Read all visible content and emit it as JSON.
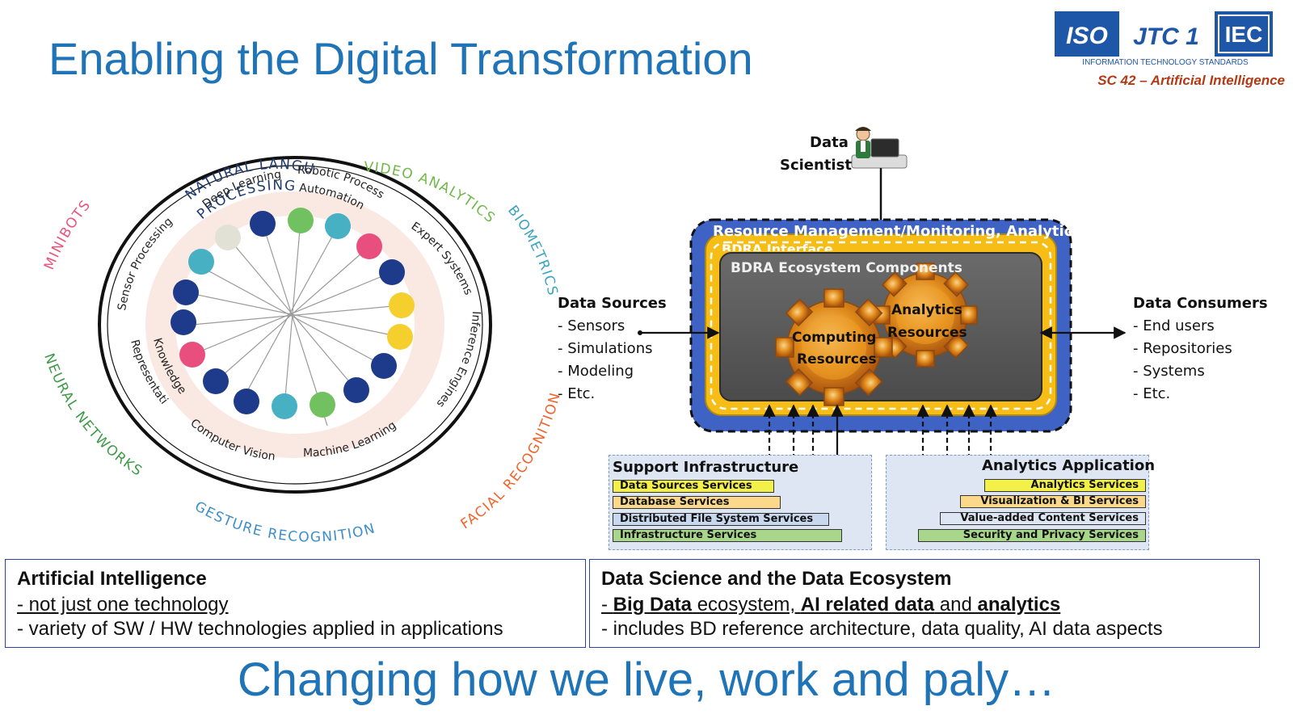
{
  "title": "Enabling the Digital Transformation",
  "logo": {
    "iso": "ISO",
    "jtc1": "JTC 1",
    "iec": "IEC",
    "tagline": "INFORMATION TECHNOLOGY STANDARDS",
    "committee": "SC 42 – Artificial Intelligence"
  },
  "colors": {
    "title_blue": "#1f73b7",
    "committee_red": "#b23a14",
    "dot_navy": "#1e3a8a",
    "dot_green": "#71c160",
    "dot_teal": "#47b0c3",
    "dot_pink": "#e84f7f",
    "dot_yellow": "#f5cf2e",
    "dot_grey": "#e2e1d6"
  },
  "ai_wheel": {
    "outer_labels": {
      "nlp": "NATURAL LANGUAGE PROCESSING",
      "video": "VIDEO ANALYTICS",
      "biometrics": "BIOMETRICS",
      "facial": "FACIAL RECOGNITION",
      "gesture": "GESTURE RECOGNITION",
      "neural": "NEURAL NETWORKS",
      "minibots": "MINIBOTS"
    },
    "inner_labels": {
      "deep_learning": "Deep Learning",
      "rpa": "Robotic Process Automation",
      "expert": "Expert Systems",
      "inference": "Inference Engines",
      "machine_learning": "Machine Learning",
      "computer_vision": "Computer Vision",
      "knowledge": "Knowledge Representation",
      "sensor": "Sensor Processing"
    },
    "dot_colors": [
      "navy",
      "green",
      "teal",
      "pink",
      "navy",
      "yellow",
      "yellow",
      "navy",
      "navy",
      "green",
      "teal",
      "navy",
      "navy",
      "pink",
      "navy",
      "navy",
      "teal",
      "grey"
    ]
  },
  "bdra": {
    "data_scientist": [
      "Data",
      "Scientist"
    ],
    "resource_mgmt": "Resource Management/Monitoring, Analytics Libraries, etc.",
    "interface": "BDRA Interface",
    "ecosystem": "BDRA Ecosystem Components",
    "gear_analytics": [
      "Analytics",
      "Resources"
    ],
    "gear_computing": [
      "Computing",
      "Resources"
    ],
    "data_sources": {
      "heading": "Data Sources",
      "items": [
        "- Sensors",
        "- Simulations",
        "- Modeling",
        "- Etc."
      ]
    },
    "data_consumers": {
      "heading": "Data Consumers",
      "items": [
        "- End users",
        "- Repositories",
        "- Systems",
        "- Etc."
      ]
    },
    "support": {
      "heading": "Support Infrastructure",
      "services": [
        "Data Sources Services",
        "Database Services",
        "Distributed File System Services",
        "Infrastructure Services"
      ]
    },
    "analytics_app": {
      "heading": "Analytics Application",
      "services": [
        "Analytics Services",
        "Visualization & BI Services",
        "Value-added Content Services",
        "Security and Privacy Services"
      ]
    }
  },
  "ai_box": {
    "heading": "Artificial Intelligence",
    "line1": " - not just one technology",
    "line2": " -  variety of SW / HW technologies applied in applications"
  },
  "ds_box": {
    "heading": "Data Science and the Data Ecosystem",
    "line1_parts": [
      " - ",
      "Big Data",
      " ecosystem, ",
      "AI related data",
      " and ",
      "analytics"
    ],
    "line2": " - includes BD reference architecture, data quality, AI data aspects"
  },
  "footer": "Changing how we live, work and paly…"
}
